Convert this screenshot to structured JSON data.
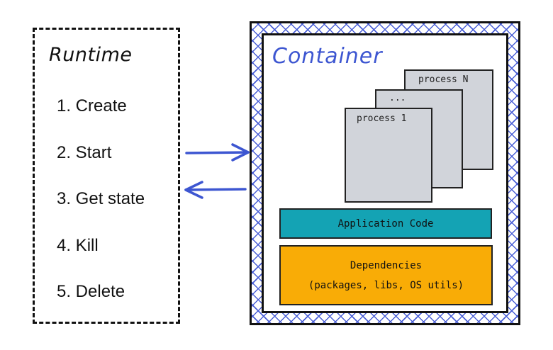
{
  "runtime": {
    "title": "Runtime",
    "steps": [
      "1. Create",
      "2. Start",
      "3. Get state",
      "4. Kill",
      "5. Delete"
    ]
  },
  "container": {
    "title": "Container",
    "processes": [
      "process N",
      "...",
      "process 1"
    ],
    "application_code": "Application Code",
    "dependencies": {
      "title": "Dependencies",
      "subtitle": "(packages, libs, OS utils)"
    }
  },
  "arrows": [
    {
      "from": "runtime",
      "to": "container",
      "label": ""
    },
    {
      "from": "container",
      "to": "runtime",
      "label": ""
    }
  ],
  "colors": {
    "accent_blue": "#3d56d1",
    "application_code": "#14a3b4",
    "dependencies": "#f9ac06",
    "process": "#d1d4da"
  }
}
